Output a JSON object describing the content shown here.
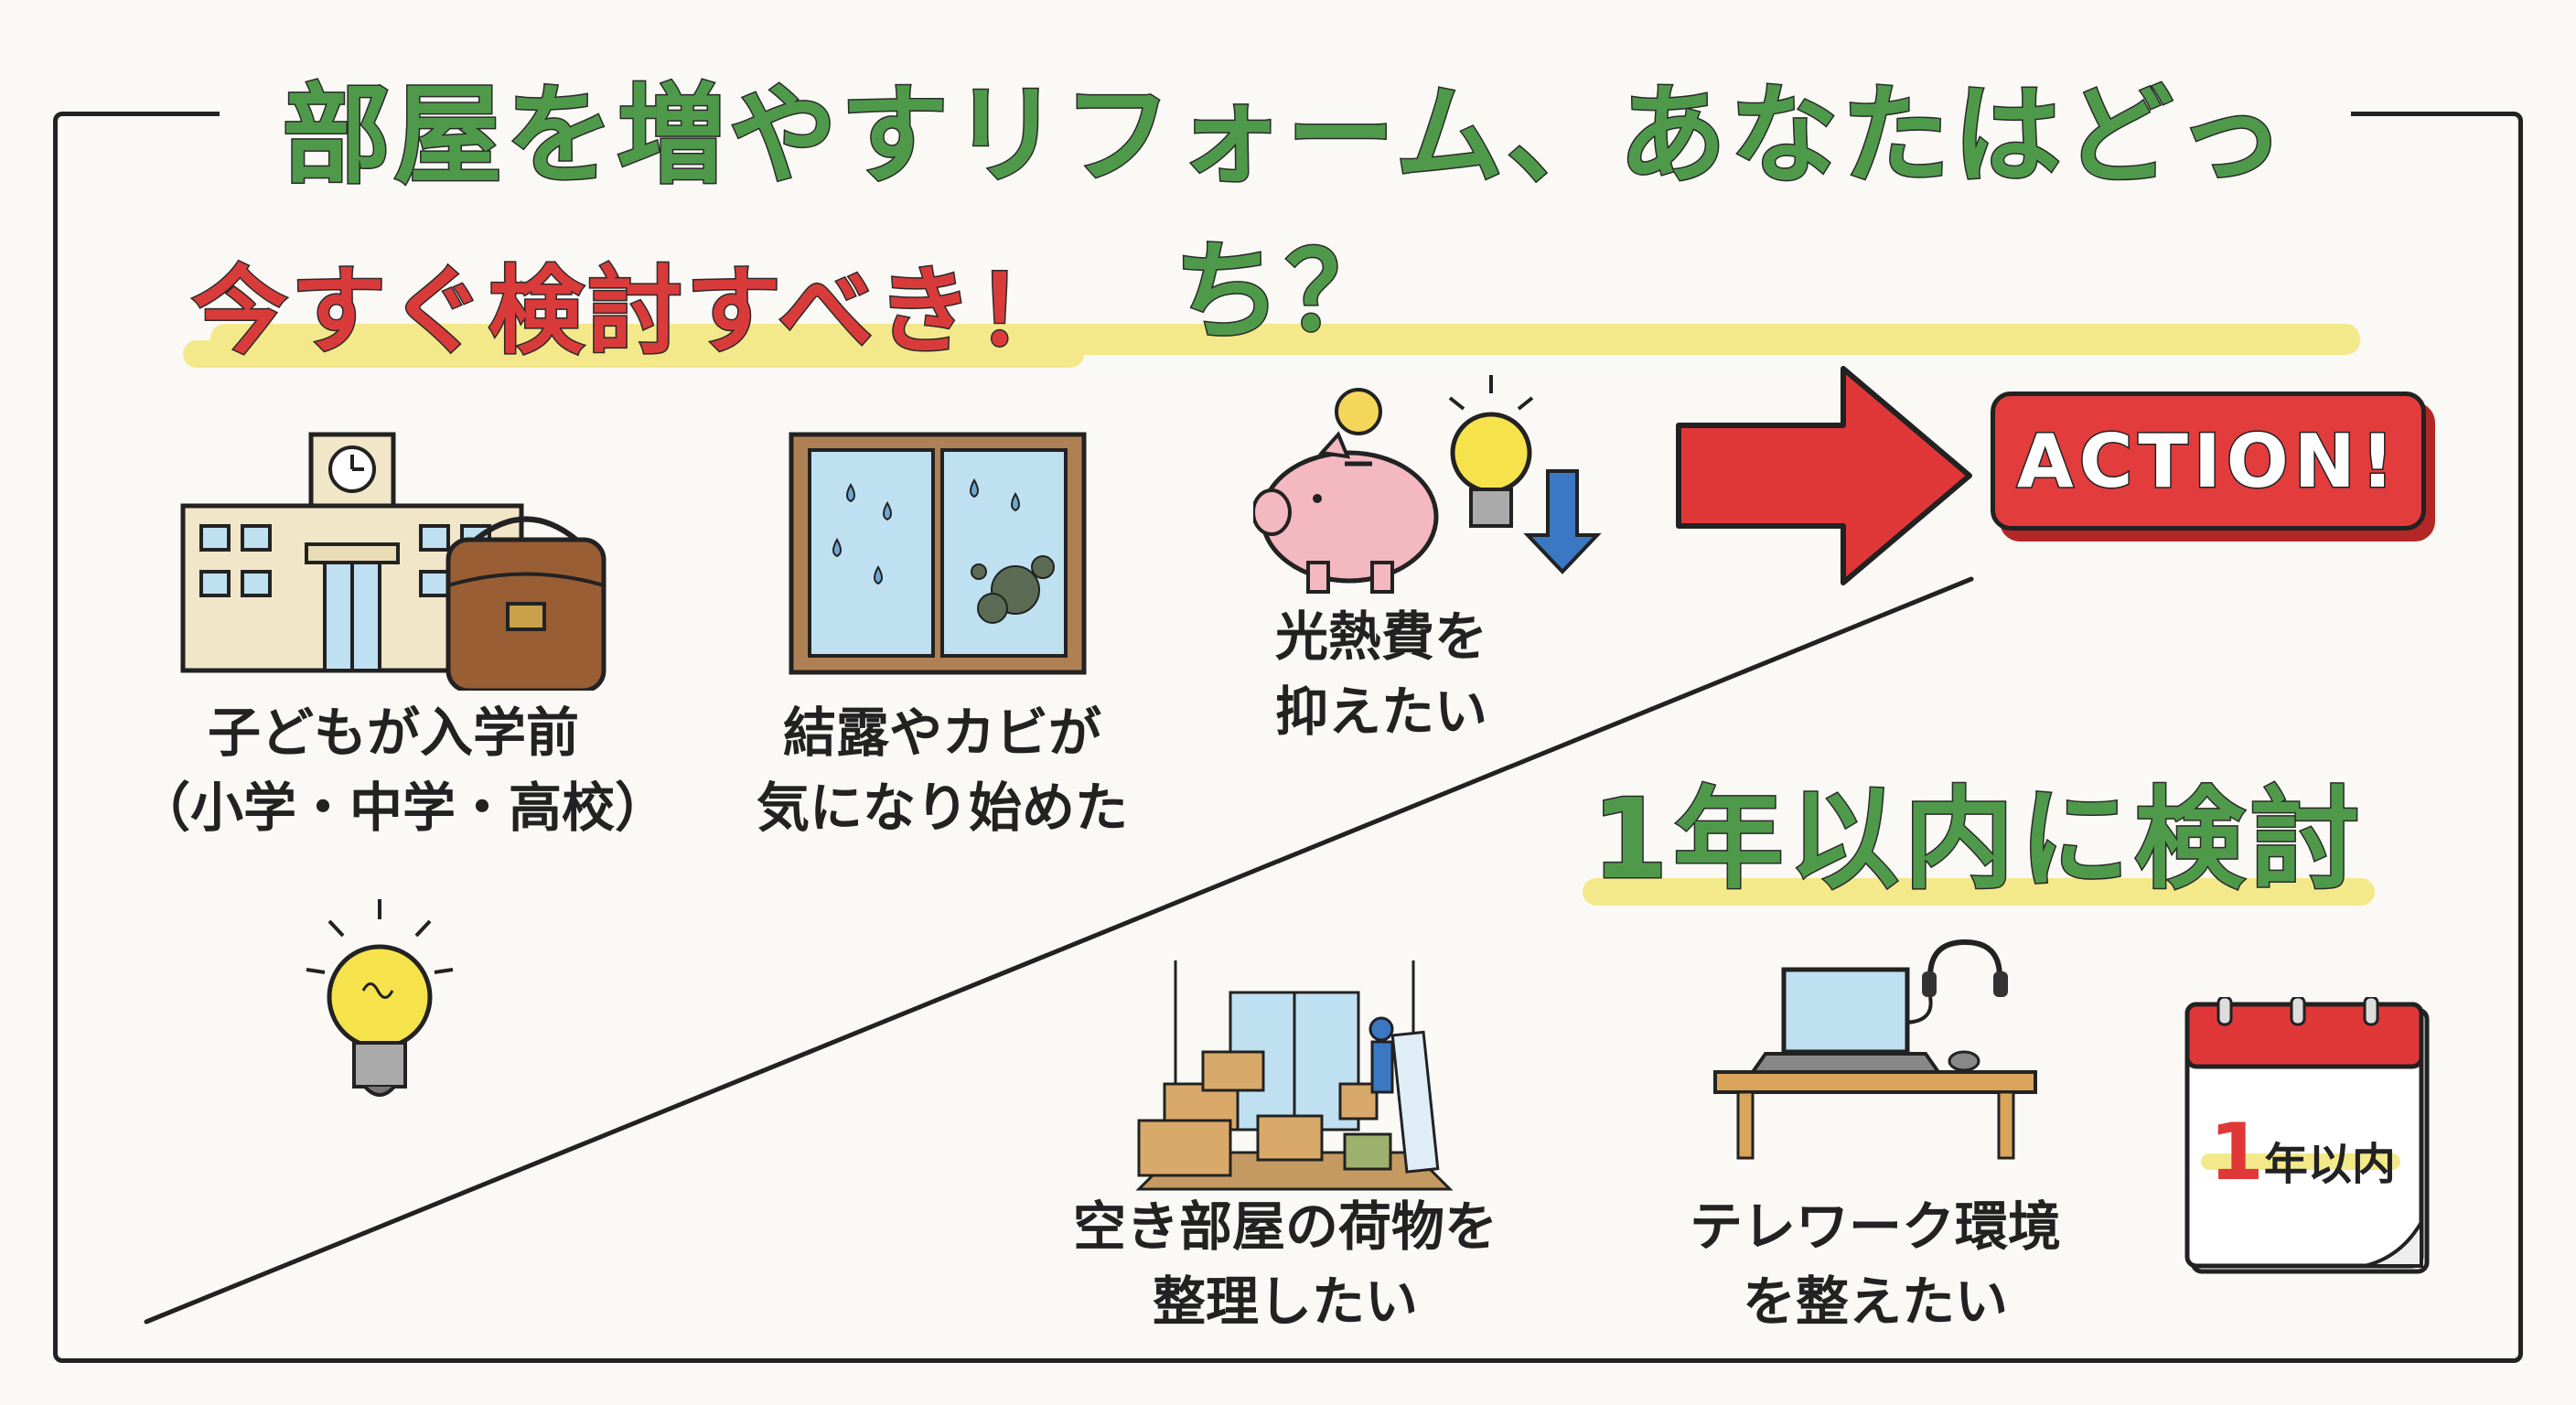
{
  "title": "部屋を増やすリフォーム、あなたはどっち？",
  "sections": {
    "now": {
      "heading": "今すぐ検討すべき！",
      "items": [
        {
          "caption_line1": "子どもが入学前",
          "caption_line2": "（小学・中学・高校）",
          "icon": "school-building-icon"
        },
        {
          "caption_line1": "結露やカビが",
          "caption_line2": "気になり始めた",
          "icon": "condensation-window-icon"
        },
        {
          "caption_line1": "光熱費を",
          "caption_line2": "抑えたい",
          "icon": "piggy-bank-icon"
        }
      ],
      "action_label": "ACTION!",
      "action_color": "#e23c3c"
    },
    "year": {
      "heading": "1年以内に検討",
      "items": [
        {
          "caption_line1": "空き部屋の荷物を",
          "caption_line2": "整理したい",
          "icon": "boxes-room-icon"
        },
        {
          "caption_line1": "テレワーク環境",
          "caption_line2": "を整えたい",
          "icon": "telework-desk-icon"
        }
      ],
      "calendar_number": "1",
      "calendar_text": "年以内"
    }
  },
  "colors": {
    "title_green": "#4f9a4a",
    "heading_red": "#d93b3b",
    "highlight_yellow": "#f4e98a"
  }
}
